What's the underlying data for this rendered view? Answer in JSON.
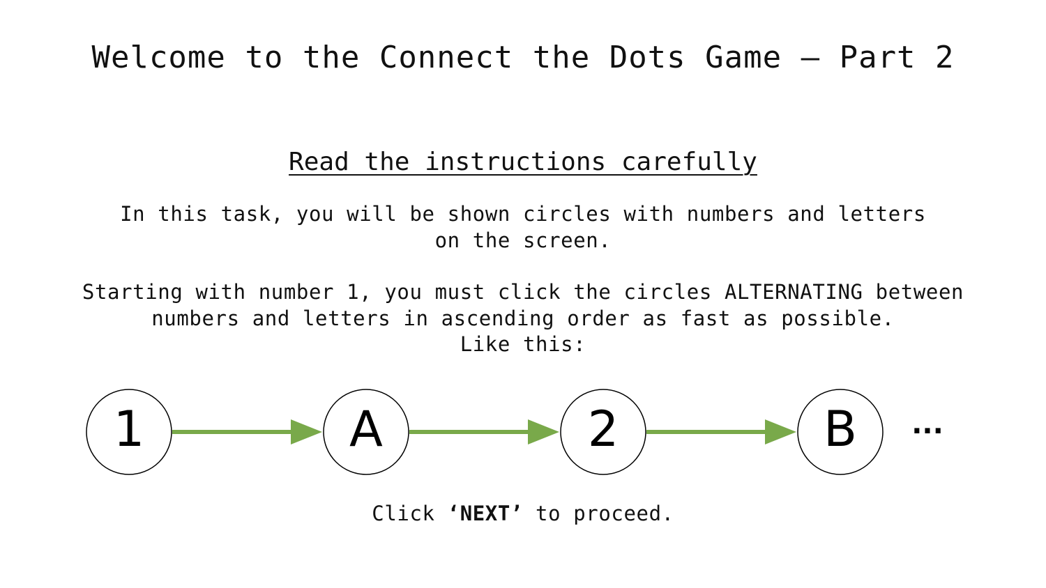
{
  "title": "Welcome to the Connect the Dots Game – Part 2",
  "instructions": {
    "heading": "Read the instructions carefully",
    "paragraph1": {
      "line1": "In this task, you will be shown circles with numbers and letters",
      "line2": "on the screen."
    },
    "paragraph2": {
      "line1": "Starting with number 1, you must click the circles ALTERNATING between",
      "line2": "numbers and letters in ascending order as fast as possible.",
      "line3": "Like this:"
    }
  },
  "example_sequence": {
    "nodes": [
      "1",
      "A",
      "2",
      "B"
    ],
    "continuation": "...",
    "arrow_color": "#79a94a"
  },
  "footer": {
    "prefix": "Click ",
    "open_quote": "‘",
    "button_name": "NEXT",
    "close_quote": "’",
    "suffix": " to proceed."
  }
}
